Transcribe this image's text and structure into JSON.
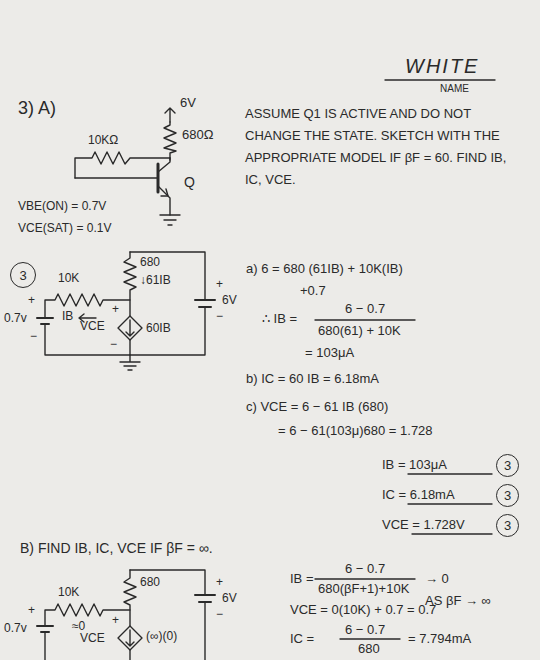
{
  "diagram": {
    "nodes": [
      {
        "text": [
          "3"
        ]
      },
      {
        "text": [
          "3"
        ]
      },
      {
        "text": [
          "3"
        ]
      },
      {
        "text": [
          "3"
        ]
      }
    ],
    "labels": [
      "WHITE",
      "NAME",
      "3) A)",
      "6V",
      "10KΩ",
      "680Ω",
      "Q",
      "VBE(ON) = 0.7V",
      "VCE(SAT) = 0.1V",
      "ASSUME Q1 IS ACTIVE AND DO NOT CHANGE THE STATE. SKETCH WITH THE APPROPRIATE MODEL IF βF = 60. FIND IB, IC, VCE.",
      "680",
      "↓61IB",
      "10K",
      "+",
      "0.7v",
      "−",
      "IB",
      "+",
      "VCE",
      "−",
      "60IB",
      "+",
      "6V",
      "−",
      "a) 6 = 680 (61IB) + 10K(IB)",
      "+0.7",
      "∴ IB =",
      "6 − 0.7",
      "680(61) + 10K",
      "= 103μA",
      "b) IC = 60 IB = 6.18mA",
      "c) VCE = 6 − 61 IB (680)",
      "= 6 − 61(103μ)680 = 1.728",
      "IB = 103μA",
      "IC = 6.18mA",
      "VCE = 1.728V",
      "B) FIND IB, IC, VCE IF βF = ∞.",
      "10K",
      "680",
      "≈0",
      "+",
      "0.7v",
      "+",
      "VCE",
      "(∞)(0)",
      "+",
      "6V",
      "−",
      "IB =",
      "6 − 0.7",
      "680(βF+1)+10K",
      "→ 0",
      "AS βF → ∞",
      "VCE = 0(10K) + 0.7 = 0.7",
      "IC =",
      "6 − 0.7",
      "680",
      "= 7.794mA"
    ]
  }
}
